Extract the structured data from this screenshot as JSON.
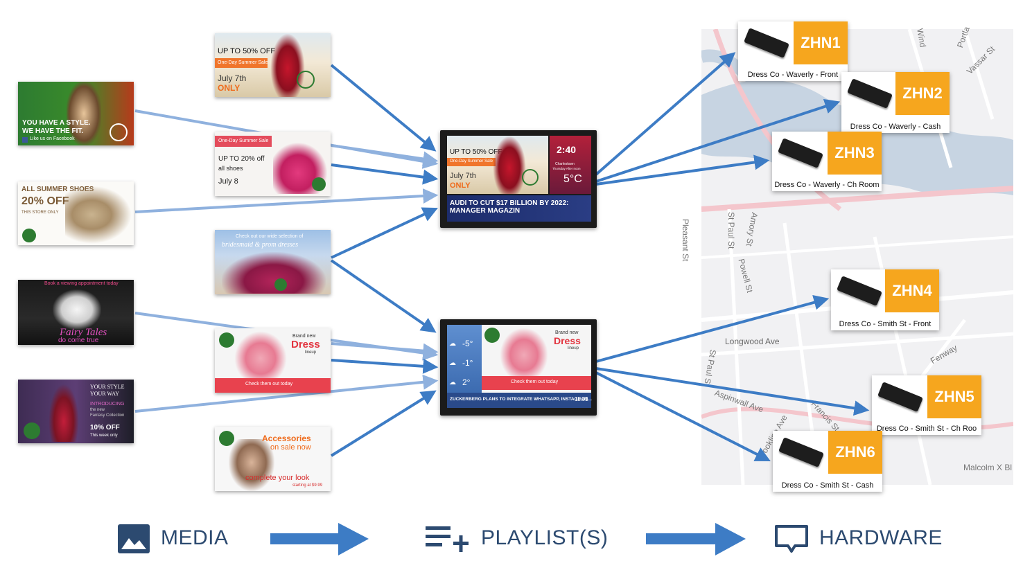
{
  "colors": {
    "arrow_dark": "#3d7cc5",
    "arrow_light": "#8fb1de",
    "accent_orange": "#f6a61e",
    "legend_text": "#2c4a70"
  },
  "media_left": [
    {
      "line1": "YOU HAVE A STYLE.",
      "line2": "WE HAVE THE FIT.",
      "footer": "Like us on Facebook"
    },
    {
      "line1": "ALL SUMMER SHOES",
      "line2": "20% OFF",
      "footer": "THIS STORE ONLY"
    },
    {
      "line1": "Book a viewing appointment today",
      "line2": "Fairy Tales",
      "footer": "do come true"
    },
    {
      "line1": "YOUR STYLE",
      "line2": "YOUR WAY",
      "sub1": "INTRODUCING",
      "sub2": "the new",
      "sub3": "Fantasy Collection",
      "offer": "10% OFF",
      "footer": "This week only"
    }
  ],
  "media_mid": [
    {
      "line1": "UP TO 50% OFF",
      "band": "One-Day Summer Sale",
      "date": "July 7th",
      "tag": "ONLY"
    },
    {
      "band": "One-Day Summer Sale",
      "line1": "UP TO 20% off",
      "line2": "all shoes",
      "date": "July 8"
    },
    {
      "line1": "Check out our wide selection of",
      "line2": "bridesmaid & prom dresses"
    },
    {
      "line1": "Brand new",
      "line2": "Dress",
      "line3": "lineup",
      "band": "Check them out today"
    },
    {
      "line1": "Accessories",
      "line2": "on sale now",
      "line3": "complete your look",
      "line4": "starting at $9.99"
    }
  ],
  "playlist1": {
    "promo_line1": "UP TO 50% OFF",
    "promo_band": "One-Day Summer Sale",
    "promo_date": "July 7th",
    "promo_tag": "ONLY",
    "time": "2:40",
    "city": "Charlestown",
    "weather_note": "Thursday After noon",
    "temp": "5°C",
    "headline": "AUDI TO CUT $17 BILLION BY 2022: MANAGER MAGAZIN"
  },
  "playlist2": {
    "temps": [
      "-5°",
      "-1°",
      "2°"
    ],
    "line1": "Brand new",
    "line2": "Dress",
    "line3": "lineup",
    "band": "Check them out today",
    "ticker": "ZUCKERBERG PLANS TO INTEGRATE WHATSAPP, INSTAGRAM...",
    "clock": "11:01"
  },
  "map_labels": [
    "Pleasant St",
    "St Paul St",
    "Amory St",
    "Powell St",
    "Longwood Ave",
    "St Paul St",
    "Aspinwall Ave",
    "Brookline Ave",
    "Francis St",
    "Fenway",
    "Malcolm X Bl",
    "Vassar St",
    "Portla",
    "Wind"
  ],
  "hardware": [
    {
      "code": "ZHN1",
      "label": "Dress Co - Waverly - Front"
    },
    {
      "code": "ZHN2",
      "label": "Dress Co - Waverly - Cash"
    },
    {
      "code": "ZHN3",
      "label": "Dress Co - Waverly - Ch Room"
    },
    {
      "code": "ZHN4",
      "label": "Dress Co - Smith St - Front"
    },
    {
      "code": "ZHN5",
      "label": "Dress Co - Smith St - Ch Roo"
    },
    {
      "code": "ZHN6",
      "label": "Dress Co - Smith St - Cash"
    }
  ],
  "legend": {
    "media": "MEDIA",
    "playlists": "PLAYLIST(S)",
    "hardware": "HARDWARE"
  }
}
